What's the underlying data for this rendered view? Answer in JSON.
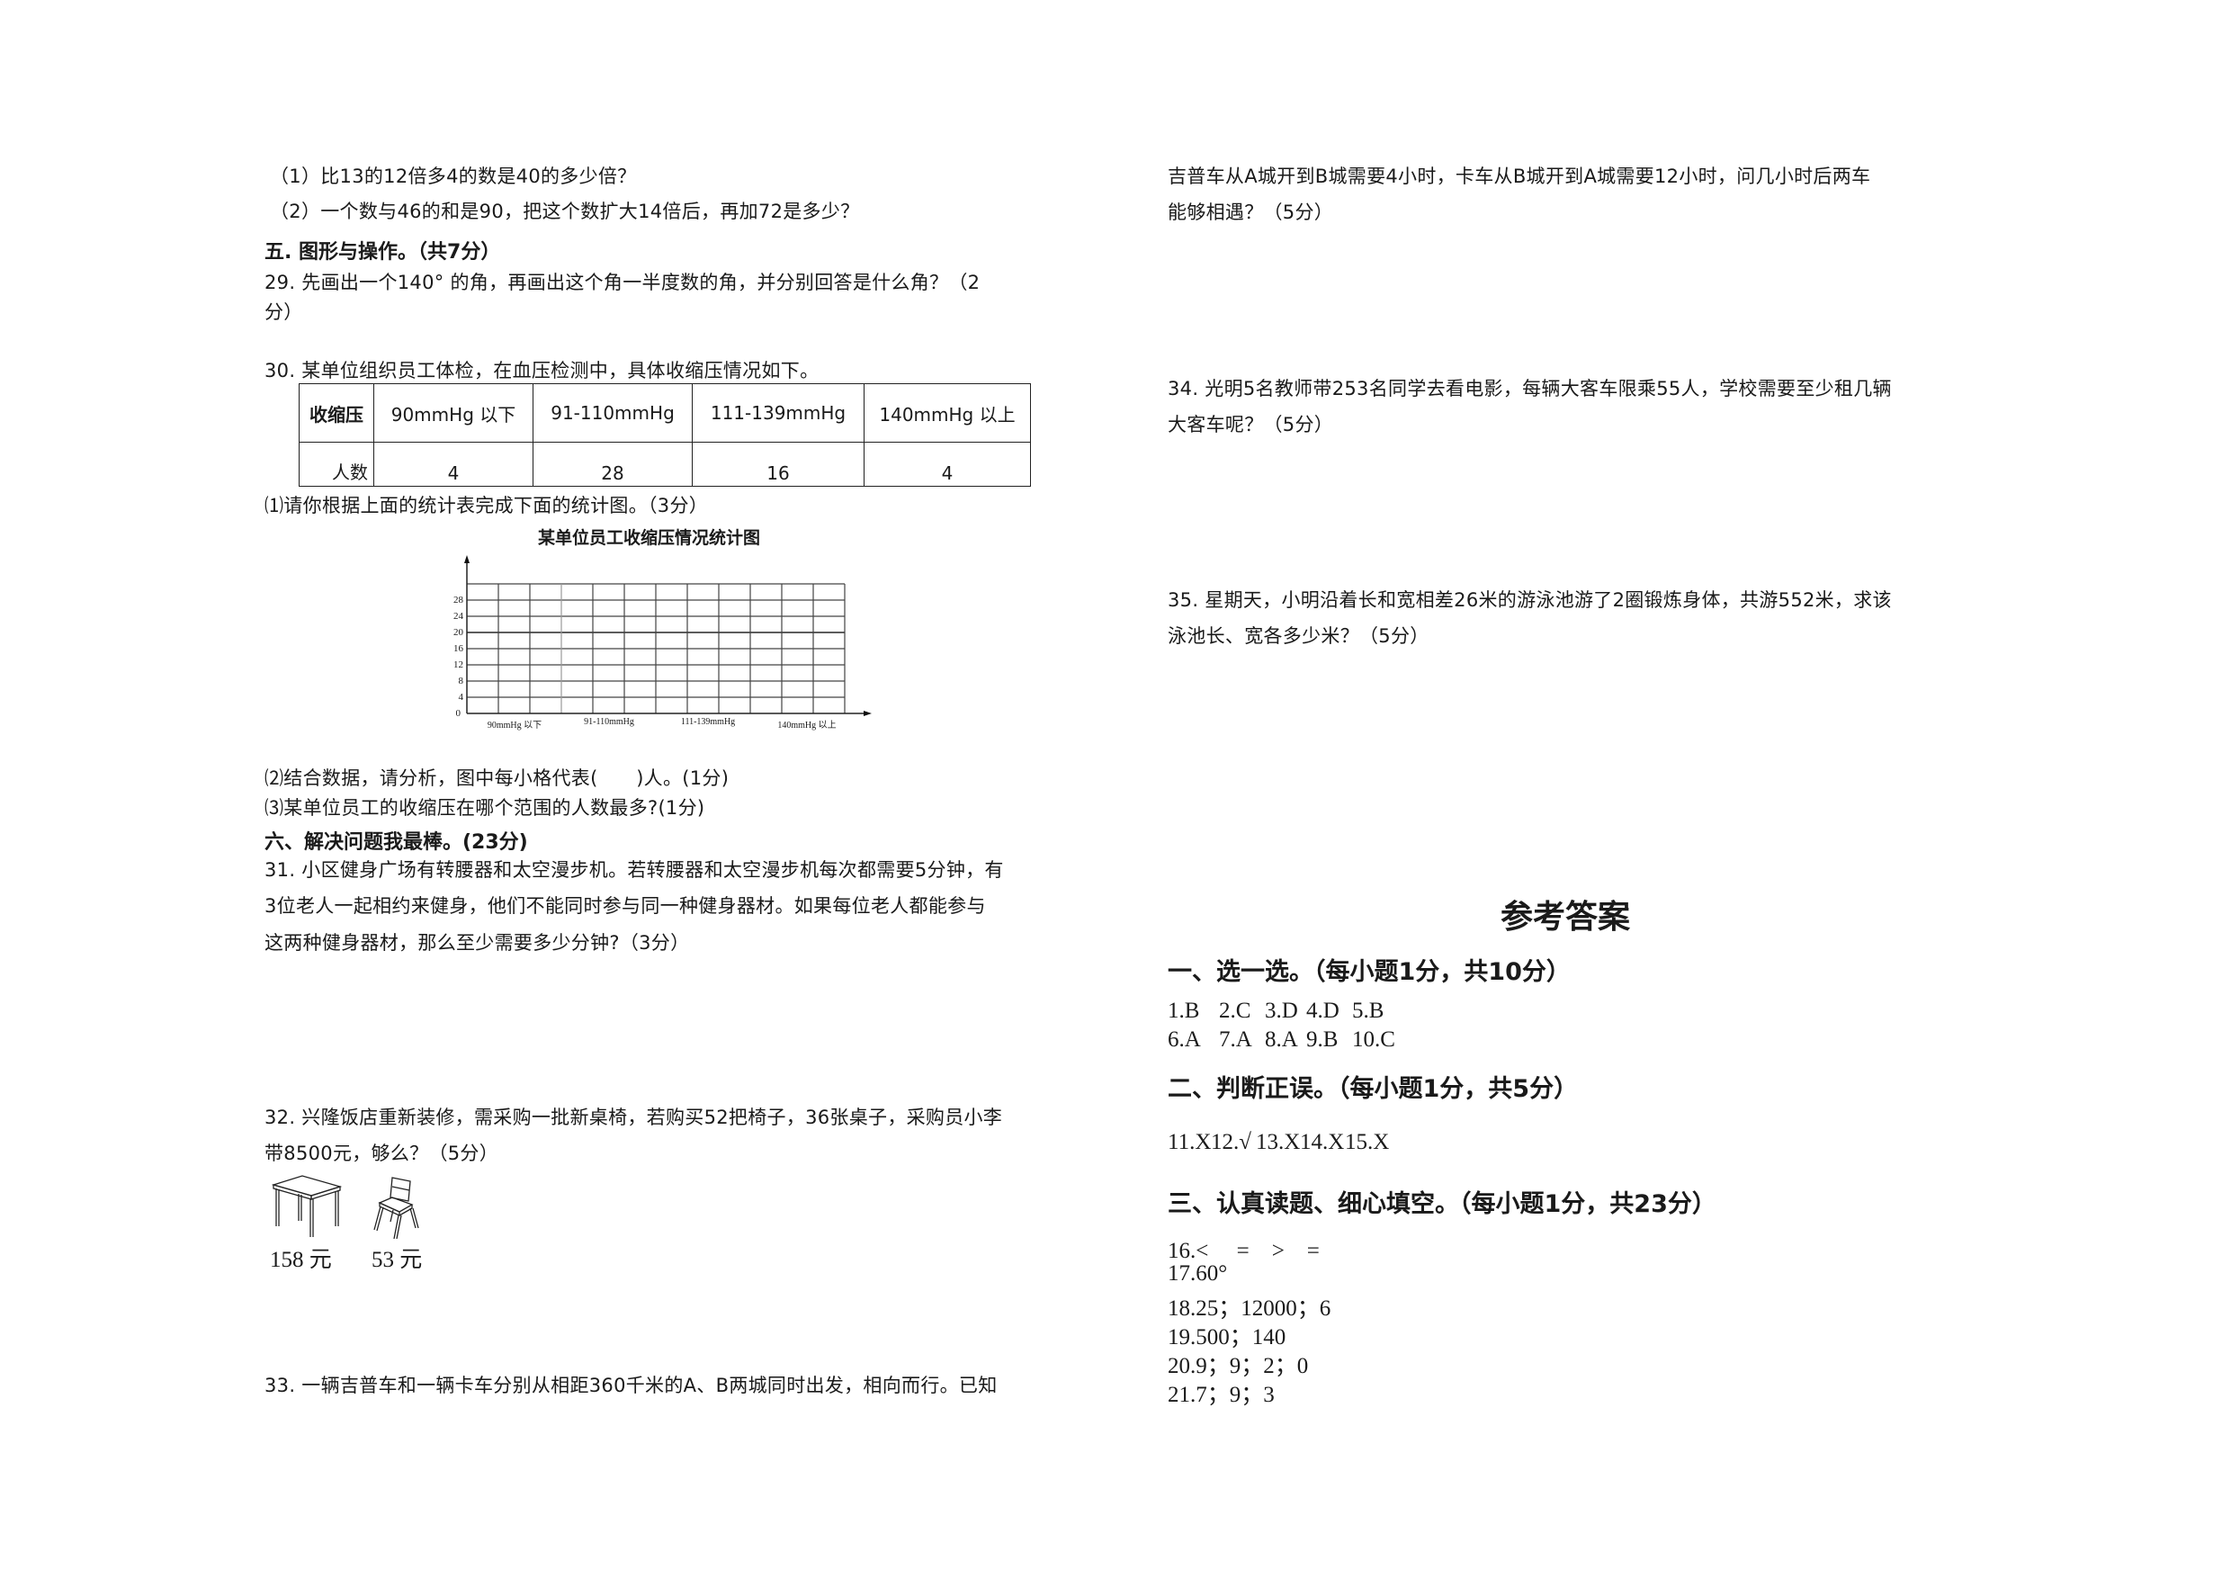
{
  "left_column": {
    "sub_questions": [
      "（1）比13的12倍多4的数是40的多少倍？",
      "（2）一个数与46的和是90，把这个数扩大14倍后，再加72是多少？"
    ],
    "section5_title": "五. 图形与操作。（共7分）",
    "q29": {
      "line1": "29. 先画出一个140° 的角，再画出这个角一半度数的角，并分别回答是什么角？（2",
      "line2": "分）"
    },
    "q30": {
      "intro": "30. 某单位组织员工体检，在血压检测中，具体收缩压情况如下。",
      "table": {
        "header": [
          "收缩压",
          "90mmHg 以下",
          "91-110mmHg",
          "111-139mmHg",
          "140mmHg 以上"
        ],
        "row": [
          "人数",
          "4",
          "28",
          "16",
          "4"
        ]
      },
      "part1": "⑴请你根据上面的统计表完成下面的统计图。（3分）",
      "part2": "⑵结合数据，请分析，图中每小格代表(　　)人。(1分)",
      "part3": "⑶某单位员工的收缩压在哪个范围的人数最多?(1分)"
    },
    "section6_title": "六、解决问题我最棒。(23分)",
    "q31": {
      "line1": "31. 小区健身广场有转腰器和太空漫步机。若转腰器和太空漫步机每次都需要5分钟，有",
      "line2": "3位老人一起相约来健身，他们不能同时参与同一种健身器材。如果每位老人都能参与",
      "line3": "这两种健身器材，那么至少需要多少分钟?（3分）"
    },
    "q32": {
      "line1": "32. 兴隆饭店重新装修，需采购一批新桌椅，若购买52把椅子，36张桌子，采购员小李",
      "line2": "带8500元，够么？（5分）",
      "table_price": "158 元",
      "chair_price": "53 元"
    },
    "q33": {
      "line1": "33. 一辆吉普车和一辆卡车分别从相距360千米的A、B两城同时出发，相向而行。已知"
    }
  },
  "right_column": {
    "q33_cont": {
      "line1": "吉普车从A城开到B城需要4小时，卡车从B城开到A城需要12小时，问几小时后两车",
      "line2": "能够相遇？（5分）"
    },
    "q34": {
      "line1": "34. 光明5名教师带253名同学去看电影，每辆大客车限乘55人，学校需要至少租几辆",
      "line2": "大客车呢？（5分）"
    },
    "q35": {
      "line1": "35. 星期天，小明沿着长和宽相差26米的游泳池游了2圈锻炼身体，共游552米，求该",
      "line2": "泳池长、宽各多少米？（5分）"
    },
    "answers": {
      "title": "参考答案",
      "sec1": "一、选一选。（每小题1分，共10分）",
      "sec1_row1": [
        "1.B",
        "2.C",
        "3.D",
        "4.D",
        "5.B"
      ],
      "sec1_row2": [
        "6.A",
        "7.A",
        "8.A",
        "9.B",
        "10.C"
      ],
      "sec2": "二、判断正误。（每小题1分，共5分）",
      "sec2_row": [
        "11.X",
        "12.√",
        "13.X",
        "14.X",
        "15.X"
      ],
      "sec3": "三、认真读题、细心填空。（每小题1分，共23分）",
      "sec3_lines": [
        "16.<　 =　>　=",
        "17.60°",
        "18.25；12000；6",
        "19.500；140",
        "20.9；9；2；0",
        "21.7；9；3"
      ]
    }
  },
  "chart_data": {
    "type": "bar",
    "title": "某单位员工收缩压情况统计图",
    "categories": [
      "90mmHg 以下",
      "91-110mmHg",
      "111-139mmHg",
      "140mmHg 以上"
    ],
    "values": [
      4,
      28,
      16,
      4
    ],
    "y_ticks": [
      "0",
      "4",
      "8",
      "12",
      "16",
      "20",
      "24",
      "28"
    ],
    "ylim": [
      0,
      32
    ],
    "xlabel": "",
    "ylabel": "",
    "grid": true,
    "grid_columns": 12,
    "grid_rows": 8,
    "bars_drawn": false
  }
}
